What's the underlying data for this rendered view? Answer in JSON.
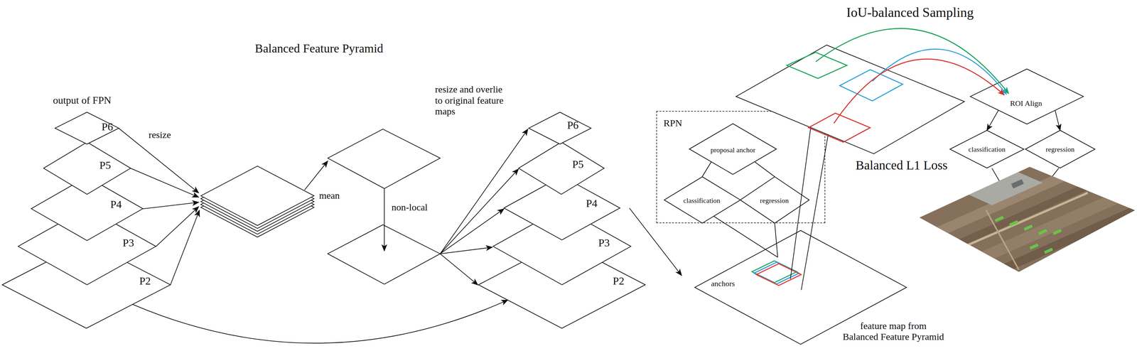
{
  "diagram": {
    "nodes": [
      {
        "text": [
          "P6"
        ]
      },
      {
        "text": [
          "P5"
        ]
      },
      {
        "text": [
          "P4"
        ]
      },
      {
        "text": [
          "P3"
        ]
      },
      {
        "text": [
          "P2"
        ]
      },
      {
        "text": [
          "P6"
        ]
      },
      {
        "text": [
          "P5"
        ]
      },
      {
        "text": [
          "P4"
        ]
      },
      {
        "text": [
          "P3"
        ]
      },
      {
        "text": [
          "P2"
        ]
      },
      {
        "text": [
          "RPN"
        ]
      },
      {
        "text": [
          "proposal anchor"
        ],
        "in": 10
      },
      {
        "text": [
          "classification"
        ],
        "in": 10
      },
      {
        "text": [
          "regression"
        ],
        "in": 10
      },
      {
        "text": [
          "feature map from Balanced Feature Pyramid"
        ]
      },
      {
        "text": [
          "anchors"
        ],
        "in": 14
      },
      {
        "text": [
          "ROI Align"
        ]
      },
      {
        "text": [
          "classification"
        ]
      },
      {
        "text": [
          "regression"
        ]
      }
    ],
    "edges": [
      {
        "from": 4,
        "to": 9,
        "arrow": "to"
      },
      {
        "from": 11,
        "to": 12,
        "arrow": "none"
      },
      {
        "from": 11,
        "to": 13,
        "arrow": "none"
      },
      {
        "from": 12,
        "to": 15,
        "arrow": "none"
      },
      {
        "from": 13,
        "to": 15,
        "arrow": "none"
      },
      {
        "from": 16,
        "to": 17,
        "arrow": "to"
      },
      {
        "from": 16,
        "to": 18,
        "arrow": "to"
      }
    ],
    "labels": [
      "Balanced Feature Pyramid",
      "output of FPN",
      "resize",
      "mean",
      "non-local",
      "resize and overlie to original feature maps",
      "IoU-balanced Sampling",
      "Balanced L1 Loss"
    ]
  }
}
